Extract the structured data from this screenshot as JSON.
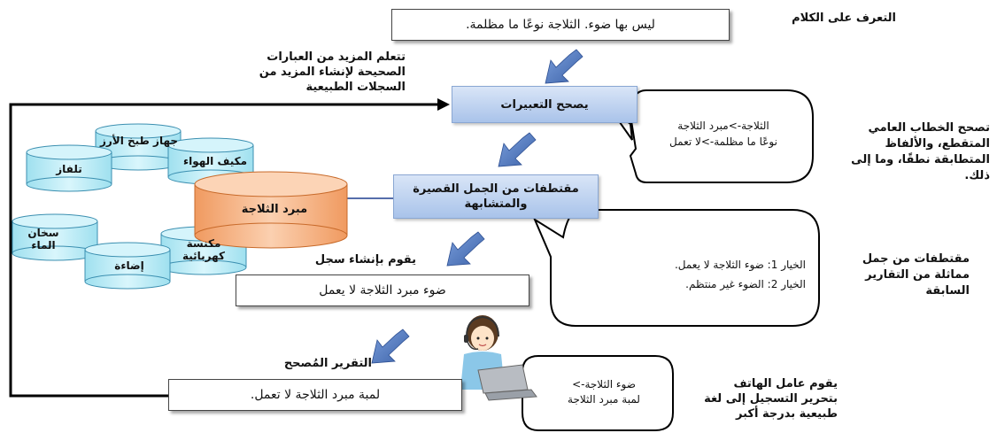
{
  "left_notes": {
    "learn": "تتعلم المزيد من العبارات الصحيحة لإنشاء المزيد من السجلات الطبيعية"
  },
  "right_notes": {
    "speech_recognition": "التعرف على الكلام",
    "correct_speech": "تصحح الخطاب العامي المتقطع، والألفاظ المتطابقة نطقًا، وما إلى ذلك.",
    "excerpts_similar": "مقتطفات من جمل مماثلة من التقارير السابقة",
    "operator_edits": "يقوم عامل الهاتف بتحرير التسجيل إلى لغة طبيعية بدرجة أكبر"
  },
  "boxes": {
    "speech_input": "ليس بها ضوء. الثلاجة نوعًا ما مظلمة.",
    "corrects_expressions": "يصحح التعبيرات",
    "excerpts_short": "مقتطفات من الجمل القصيرة والمتشابهة",
    "creates_record_label": "يقوم بإنشاء سجل",
    "record_output": "ضوء مبرد الثلاجة لا يعمل",
    "corrected_report_label": "التقرير المُصحح",
    "final_output": "لمبة مبرد الثلاجة لا تعمل."
  },
  "bubbles": {
    "correction": [
      "الثلاجة->مبرد الثلاجة",
      "نوعًا ما مظلمة->لا تعمل"
    ],
    "options": [
      "الخيار 1: ضوء الثلاجة لا يعمل.",
      "الخيار 2: الضوء غير منتظم."
    ],
    "operator": [
      "ضوء الثلاجة->",
      "لمبة مبرد الثلاجة"
    ]
  },
  "database": {
    "main": "مبرد الثلاجة",
    "items": [
      "جهاز طبخ الأرز",
      "مكيف الهواء",
      "تلفاز",
      "سخان الماء",
      "إضاءة",
      "مكنسة كهربائية"
    ]
  },
  "colors": {
    "arrow_blue": "#4b73b8",
    "cylinder_cyan": "#bfeef8",
    "cylinder_orange": "#f7b98c",
    "box_blue": "#b9cff0"
  }
}
